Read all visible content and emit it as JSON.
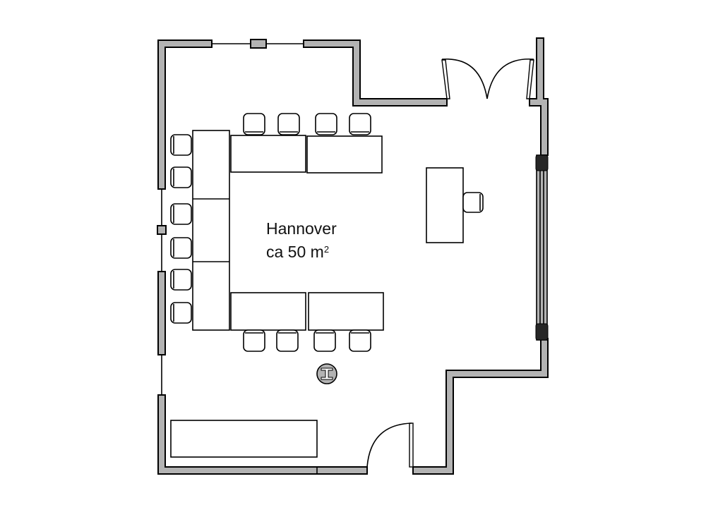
{
  "room": {
    "name": "Hannover",
    "area_prefix": "ca 50 m",
    "area_superscript": "2"
  },
  "colors": {
    "wall": "#b3b3b3",
    "window_cap": "#262626",
    "outline": "#000000"
  }
}
